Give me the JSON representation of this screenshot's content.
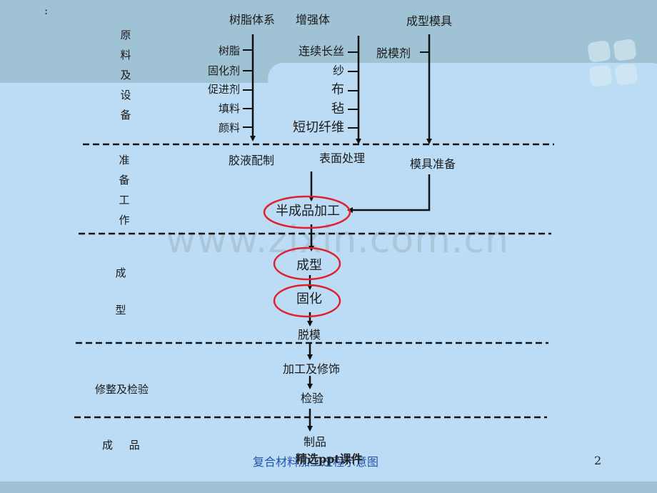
{
  "header": {
    "colon": ":"
  },
  "stages": {
    "materials": "原料及设备",
    "preparation": "准备工作",
    "forming": "成型",
    "finishing": "修整及检验",
    "product": "成 品"
  },
  "columns": {
    "resin_system": "树脂体系",
    "reinforcement": "增强体",
    "mold": "成型模具"
  },
  "resin_items": [
    "树脂",
    "固化剂",
    "促进剂",
    "填料",
    "颜料"
  ],
  "reinforcement_items": [
    "连续长丝",
    "纱",
    "布",
    "毡",
    "短切纤维"
  ],
  "mold_items": [
    "脱模剂"
  ],
  "steps": {
    "glue_prep": "胶液配制",
    "surface_treatment": "表面处理",
    "mold_prep": "模具准备",
    "semi_finished": "半成品加工",
    "forming": "成型",
    "curing": "固化",
    "demolding": "脱模",
    "machining": "加工及修饰",
    "inspection": "检验",
    "product": "制品"
  },
  "footer": {
    "caption": "复合材料加工过程示意图",
    "overlay": "精选ppt课件",
    "page_number": "2"
  },
  "watermark": "www.zixin.com.cn",
  "colors": {
    "background": "#bcdcf5",
    "header_band": "#9fc2d4",
    "highlight_circle": "#e0202a",
    "caption": "#2255aa"
  }
}
